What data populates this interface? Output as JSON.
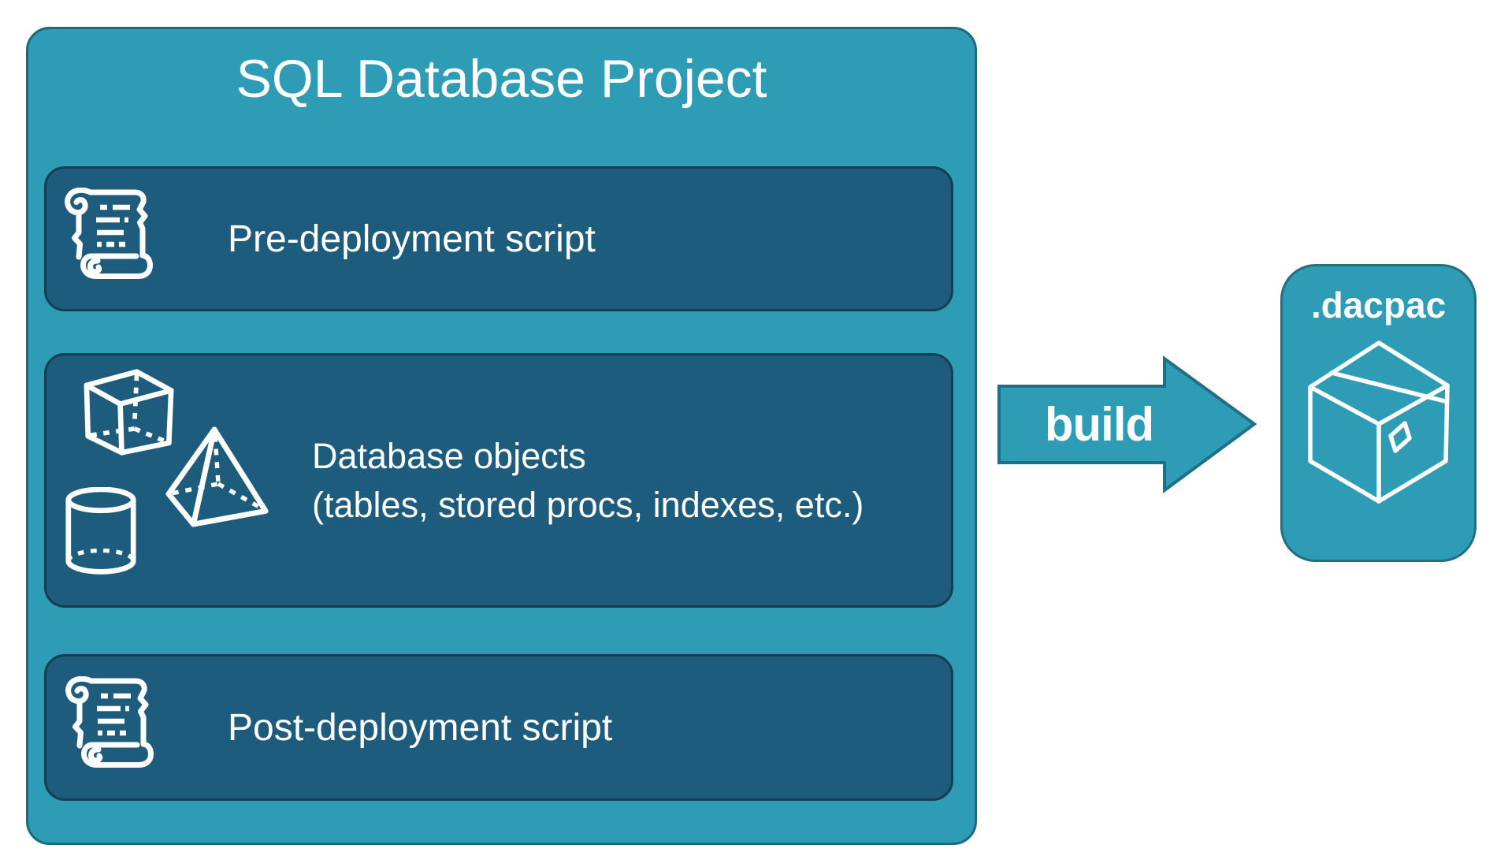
{
  "diagram": {
    "title": "SQL Database Project",
    "items": [
      {
        "label": "Pre-deployment script",
        "icon": "scroll-icon"
      },
      {
        "label": "Database objects",
        "sublabel": "(tables, stored procs, indexes, etc.)",
        "icon": "geometric-shapes-icon"
      },
      {
        "label": "Post-deployment script",
        "icon": "scroll-icon"
      }
    ],
    "arrow": {
      "label": "build",
      "direction": "right"
    },
    "output": {
      "label": ".dacpac",
      "icon": "package-icon"
    }
  },
  "colors": {
    "teal_fill": "#2D9CB4",
    "teal_border": "#1A6B7E",
    "arrow_border": "#226E86",
    "panel_fill": "#1D5C7D",
    "panel_border": "#133E54",
    "text": "#FFFFFF",
    "background": "#FFFFFF"
  }
}
